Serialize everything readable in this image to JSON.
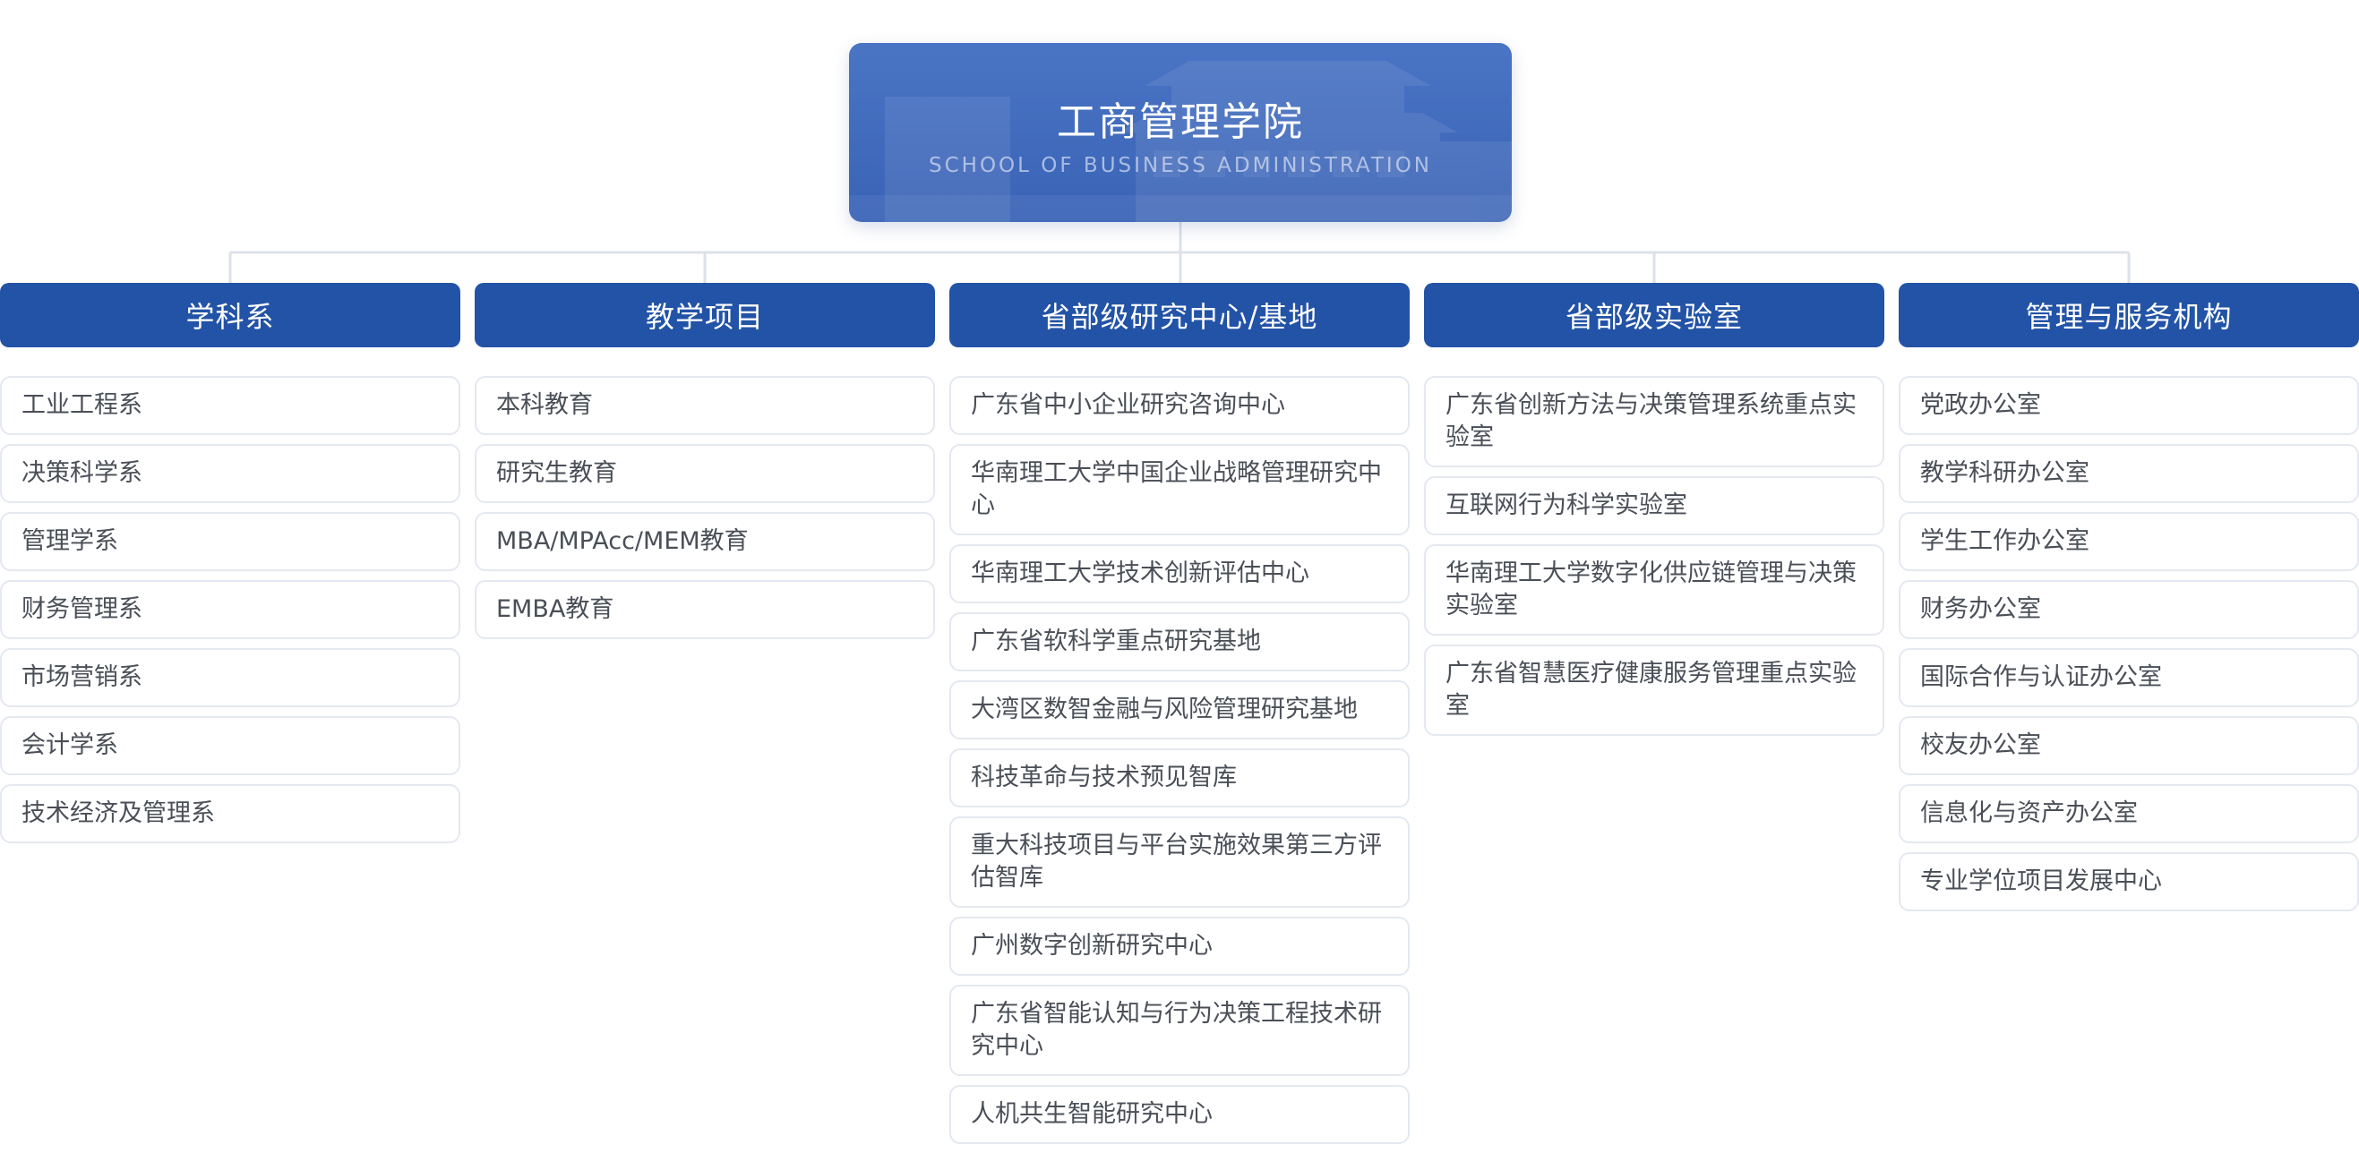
{
  "root": {
    "title": "工商管理学院",
    "subtitle": "SCHOOL OF BUSINESS ADMINISTRATION"
  },
  "columns": [
    {
      "header": "学科系",
      "items": [
        {
          "label": "工业工程系"
        },
        {
          "label": "决策科学系"
        },
        {
          "label": "管理学系"
        },
        {
          "label": "财务管理系"
        },
        {
          "label": "市场营销系"
        },
        {
          "label": "会计学系"
        },
        {
          "label": "技术经济及管理系"
        }
      ]
    },
    {
      "header": "教学项目",
      "items": [
        {
          "label": "本科教育"
        },
        {
          "label": "研究生教育"
        },
        {
          "label": "MBA/MPAcc/MEM教育"
        },
        {
          "label": "EMBA教育"
        }
      ]
    },
    {
      "header": "省部级研究中心/基地",
      "items": [
        {
          "label": "广东省中小企业研究咨询中心"
        },
        {
          "label": "华南理工大学中国企业战略管理研究中心"
        },
        {
          "label": "华南理工大学技术创新评估中心"
        },
        {
          "label": "广东省软科学重点研究基地"
        },
        {
          "label": "大湾区数智金融与风险管理研究基地"
        },
        {
          "label": "科技革命与技术预见智库"
        },
        {
          "label": "重大科技项目与平台实施效果第三方评估智库"
        },
        {
          "label": "广州数字创新研究中心"
        },
        {
          "label": "广东省智能认知与行为决策工程技术研究中心"
        },
        {
          "label": "人机共生智能研究中心"
        }
      ]
    },
    {
      "header": "省部级实验室",
      "items": [
        {
          "label": "广东省创新方法与决策管理系统重点实验室"
        },
        {
          "label": "互联网行为科学实验室"
        },
        {
          "label": "华南理工大学数字化供应链管理与决策实验室"
        },
        {
          "label": "广东省智慧医疗健康服务管理重点实验室"
        }
      ]
    },
    {
      "header": "管理与服务机构",
      "items": [
        {
          "label": "党政办公室"
        },
        {
          "label": "教学科研办公室"
        },
        {
          "label": "学生工作办公室"
        },
        {
          "label": "财务办公室"
        },
        {
          "label": "国际合作与认证办公室"
        },
        {
          "label": "校友办公室"
        },
        {
          "label": "信息化与资产办公室"
        },
        {
          "label": "专业学位项目发展中心"
        }
      ]
    }
  ]
}
